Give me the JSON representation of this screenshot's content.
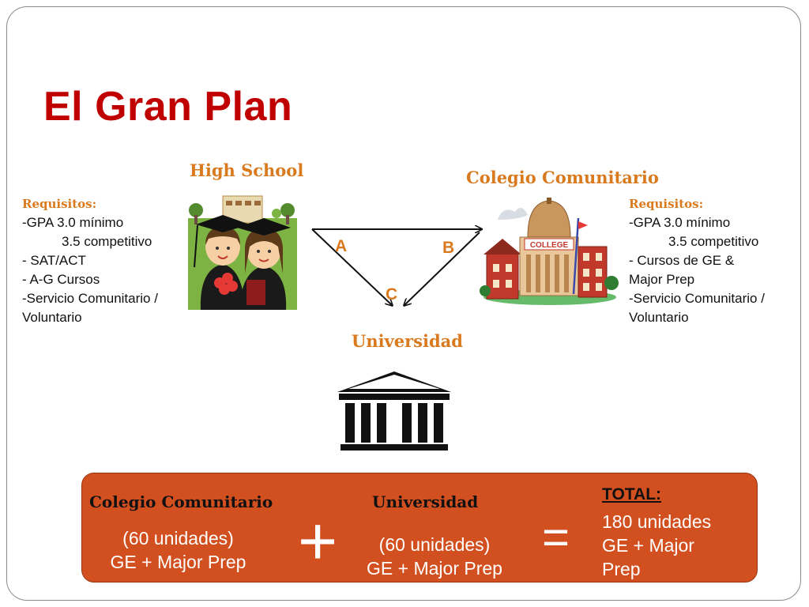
{
  "title": "El Gran Plan",
  "high_school": {
    "label": "High School",
    "req_heading": "Requisitos:",
    "req_lines": [
      "-GPA 3.0 mínimo",
      "3.5 competitivo",
      "- SAT/ACT",
      "- A-G Cursos",
      "-Servicio Comunitario /",
      "Voluntario"
    ]
  },
  "colegio": {
    "label": "Colegio Comunitario",
    "req_heading": "Requisitos:",
    "req_lines": [
      "-GPA 3.0 mínimo",
      "3.5 competitivo",
      "- Cursos  de GE &",
      "Major Prep",
      "-Servicio Comunitario /",
      "Voluntario"
    ],
    "sign": "COLLEGE"
  },
  "universidad": {
    "label": "Universidad"
  },
  "paths": {
    "a": "A",
    "b": "B",
    "c": "C"
  },
  "summary": {
    "left_heading": "Colegio Comunitario",
    "left_line1": "(60 unidades)",
    "left_line2": "GE + Major Prep",
    "plus": "+",
    "mid_heading": "Universidad",
    "mid_line1": "(60 unidades)",
    "mid_line2": "GE + Major Prep",
    "equals": "=",
    "total_label": "TOTAL:",
    "total_line1": "180 unidades",
    "total_line2": "GE + Major",
    "total_line3": "Prep"
  },
  "colors": {
    "title": "#c00000",
    "accent": "#d97a1e",
    "box": "#d24f1f"
  },
  "icons": [
    "graduates-illustration",
    "college-building-illustration",
    "university-temple-icon"
  ]
}
